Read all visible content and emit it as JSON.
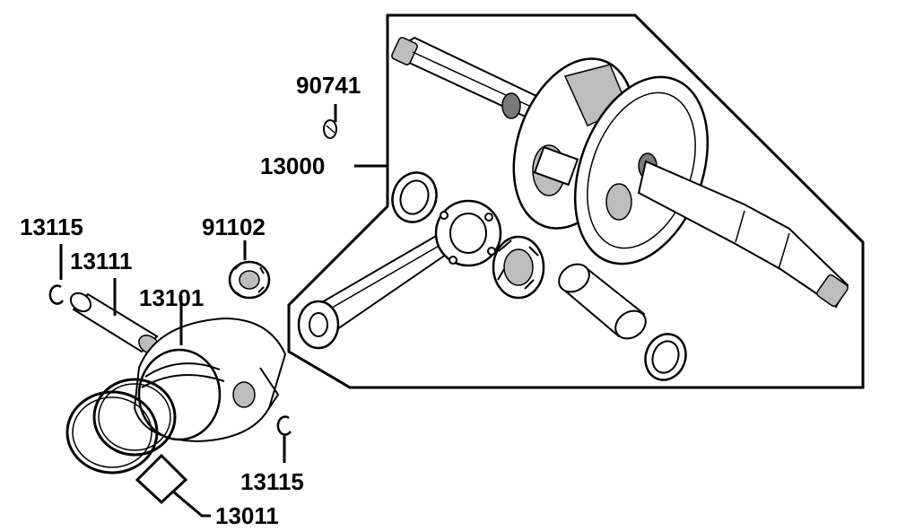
{
  "labels": {
    "p90741": "90741",
    "p13000": "13000",
    "p13115_top": "13115",
    "p13111": "13111",
    "p91102": "91102",
    "p13101": "13101",
    "p13115_bottom": "13115",
    "p13011": "13011"
  }
}
